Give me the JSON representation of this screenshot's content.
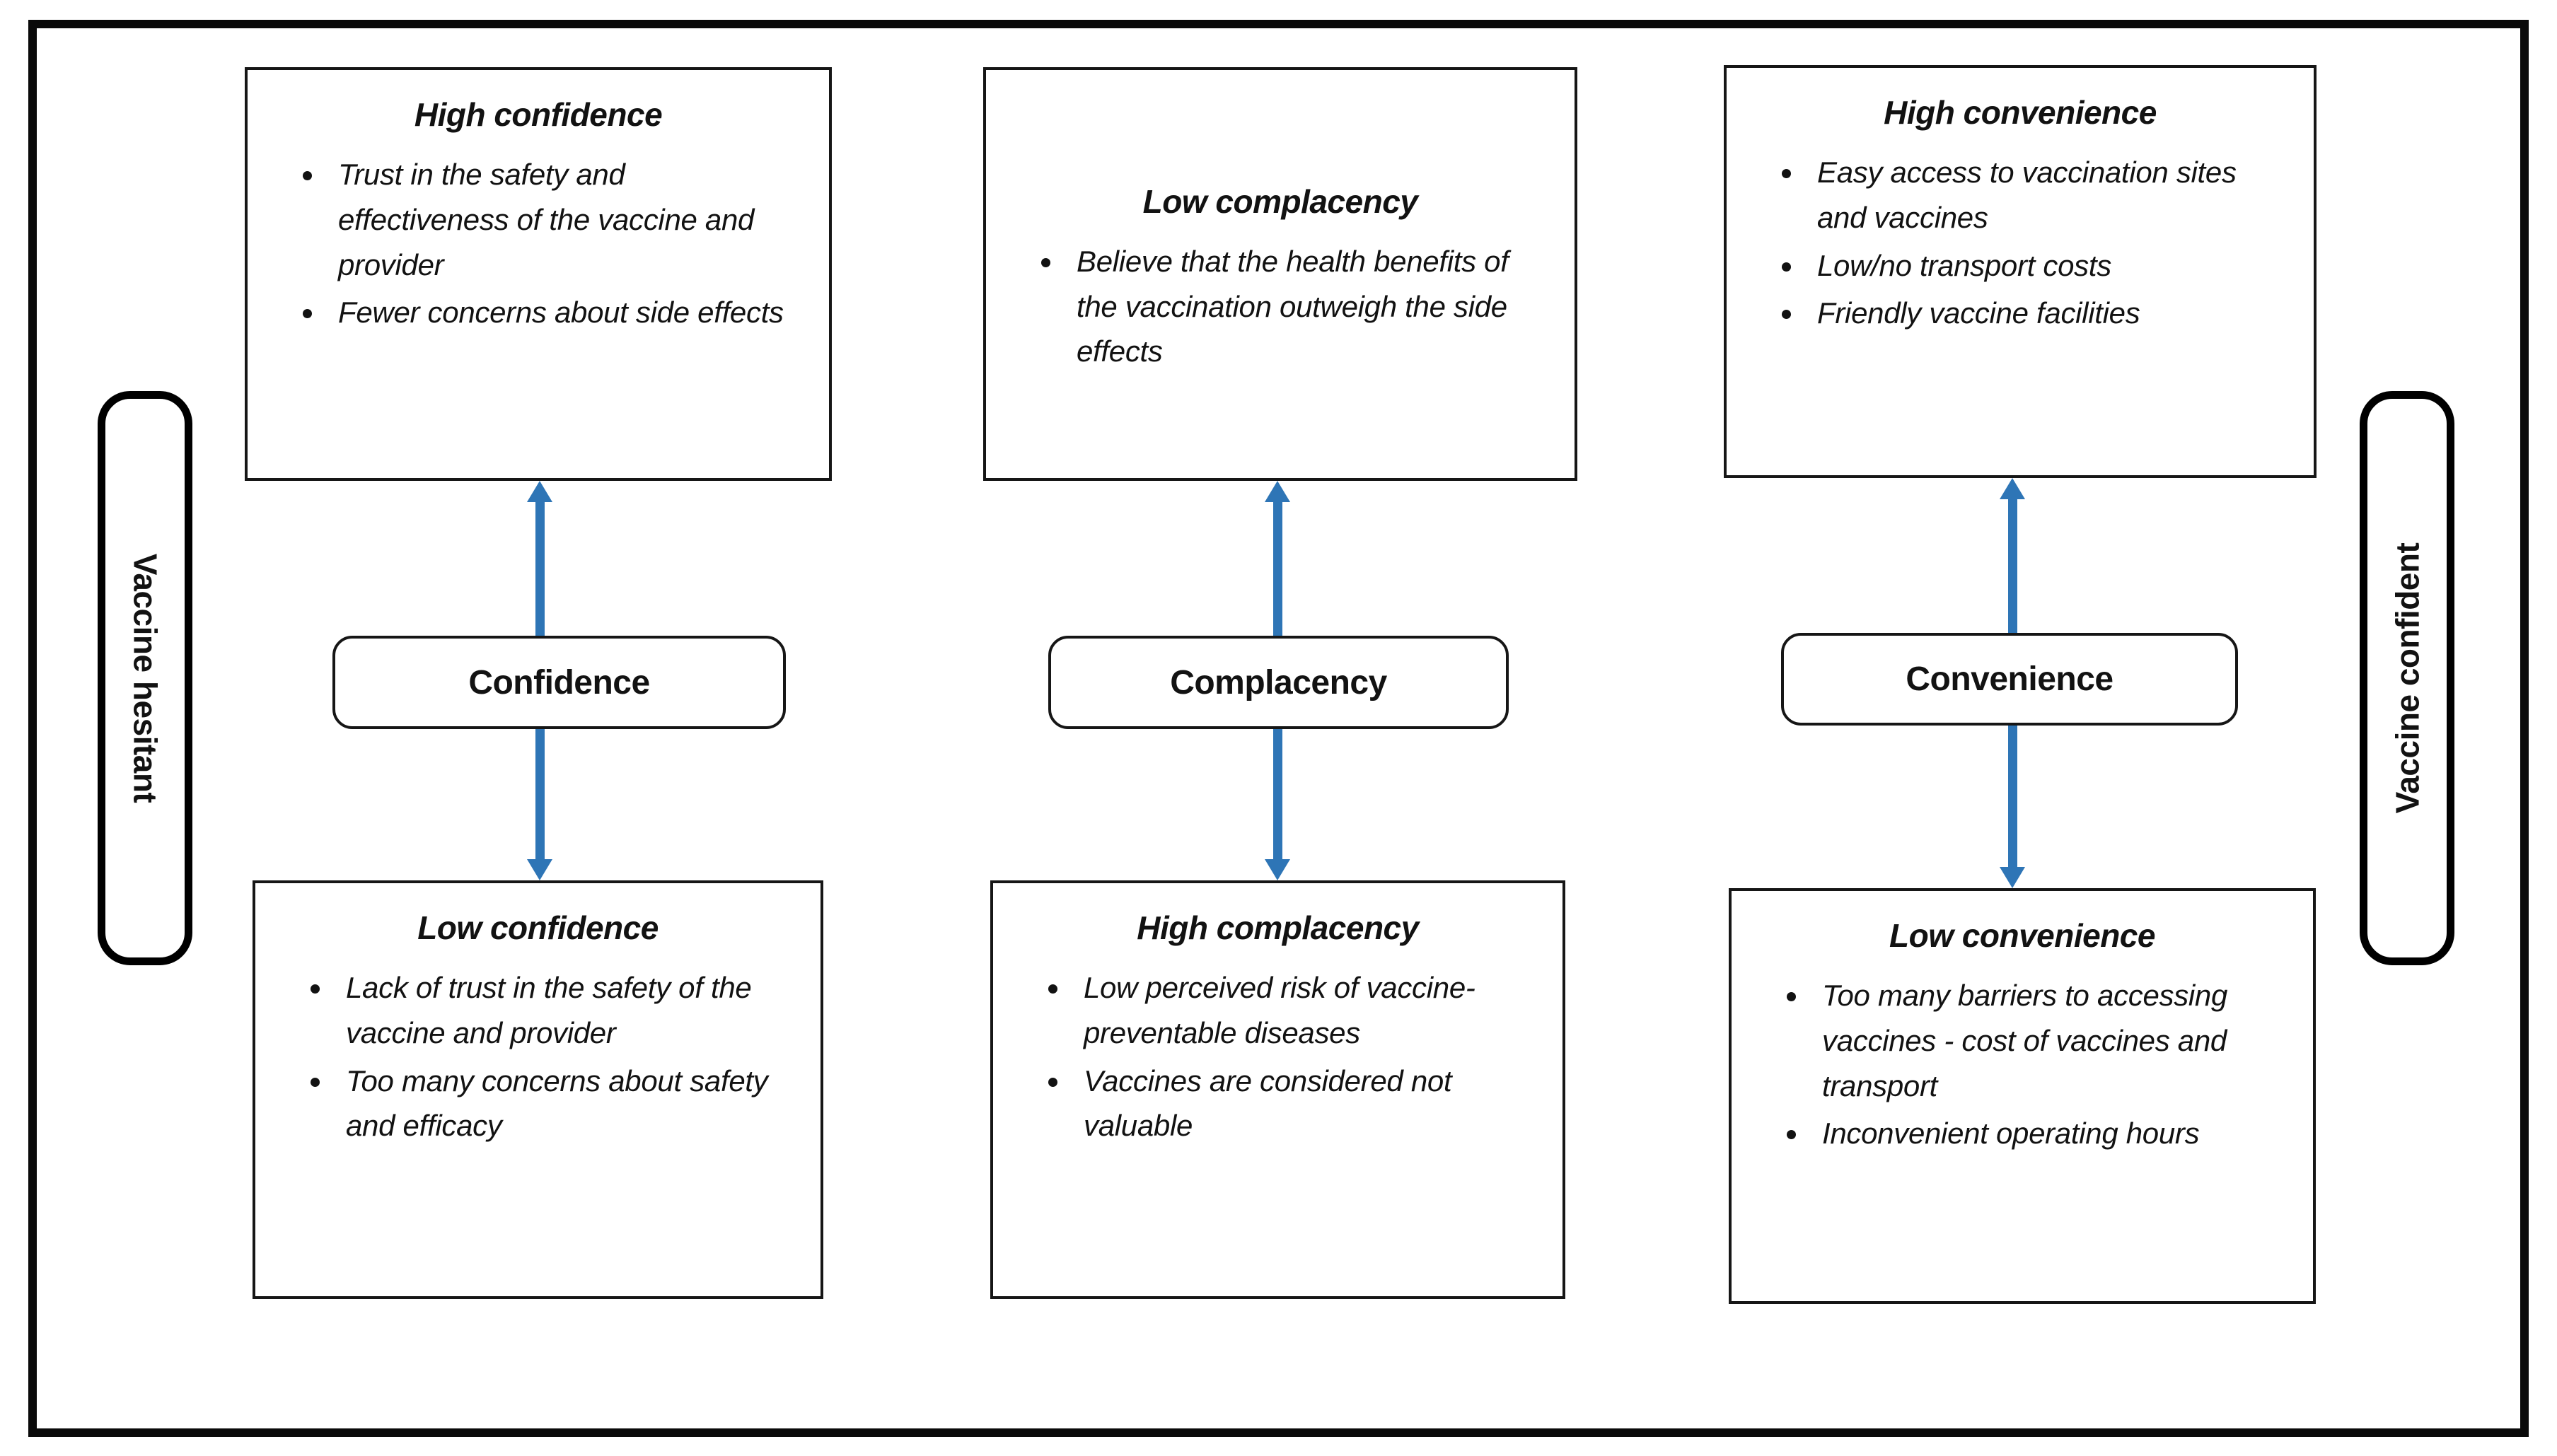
{
  "diagram": {
    "arrow_color": "#2E75B6",
    "left_label": "Vaccine hesitant",
    "right_label": "Vaccine confident",
    "columns": [
      {
        "factor": "Confidence",
        "high": {
          "title": "High confidence",
          "bullets": [
            "Trust in the safety and effectiveness of the vaccine and provider",
            "Fewer concerns about side effects"
          ]
        },
        "low": {
          "title": "Low confidence",
          "bullets": [
            "Lack of trust in the safety of the vaccine and provider",
            "Too many concerns about safety and efficacy"
          ]
        }
      },
      {
        "factor": "Complacency",
        "high": {
          "title": "Low complacency",
          "bullets": [
            "Believe that the health benefits of the vaccination outweigh the side effects"
          ]
        },
        "low": {
          "title": "High complacency",
          "bullets": [
            "Low perceived risk of vaccine-preventable diseases",
            "Vaccines are considered not valuable"
          ]
        }
      },
      {
        "factor": "Convenience",
        "high": {
          "title": "High convenience",
          "bullets": [
            "Easy access to vaccination sites and vaccines",
            "Low/no transport costs",
            "Friendly vaccine facilities"
          ]
        },
        "low": {
          "title": "Low convenience",
          "bullets": [
            "Too many barriers to accessing vaccines - cost of vaccines and transport",
            "Inconvenient operating hours"
          ]
        }
      }
    ]
  }
}
